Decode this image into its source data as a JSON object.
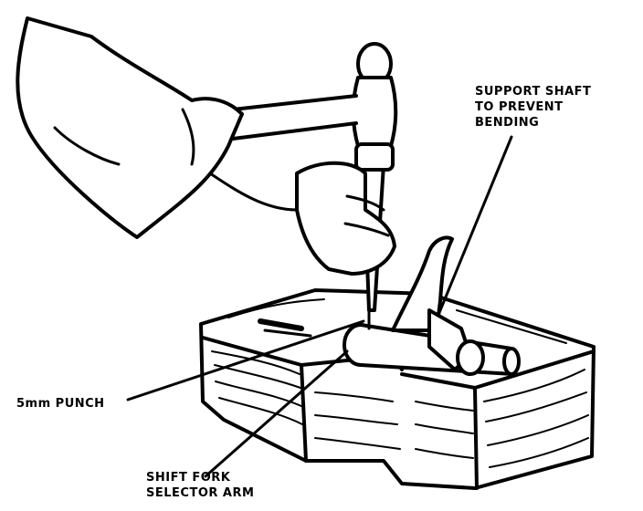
{
  "labels": {
    "support_shaft": [
      "SUPPORT SHAFT",
      "TO PREVENT",
      "BENDING"
    ],
    "punch": "5mm PUNCH",
    "shift_fork": [
      "SHIFT FORK",
      "SELECTOR ARM"
    ]
  },
  "colors": {
    "ink": "#000000",
    "paper": "#ffffff"
  }
}
